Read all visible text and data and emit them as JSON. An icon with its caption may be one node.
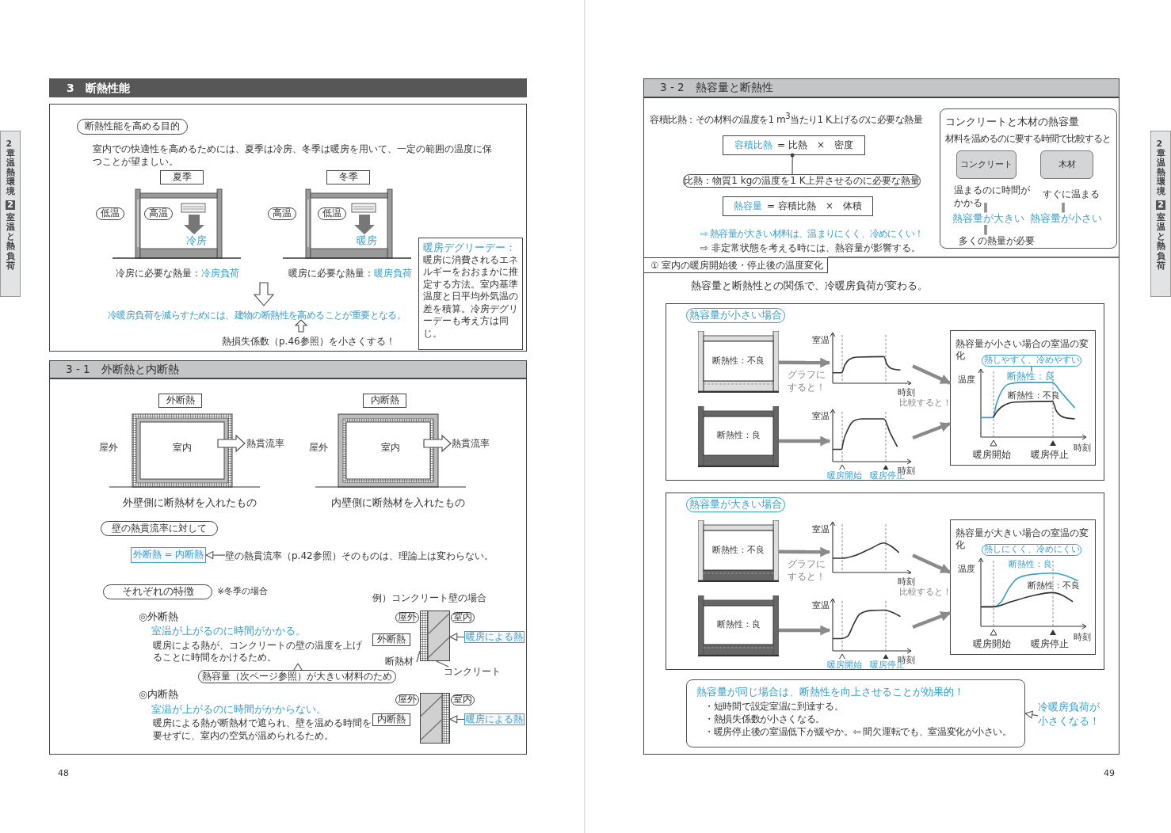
{
  "diagram": {
    "nodes": [
      {
        "text": [
          "3　断熱性能"
        ]
      },
      {
        "text": [],
        "shape": "box"
      },
      {
        "text": [
          "断熱性能を高める目的"
        ],
        "in": 1
      },
      {
        "text": [
          "夏季"
        ],
        "in": 1
      },
      {
        "text": [
          "冬季"
        ],
        "in": 1
      },
      {
        "text": [
          "低温"
        ],
        "in": 1
      },
      {
        "text": [
          "高温"
        ],
        "in": 1
      },
      {
        "text": [
          "高温"
        ],
        "in": 1
      },
      {
        "text": [
          "低温"
        ],
        "in": 1
      },
      {
        "text": [
          "暖房デグリーデー：",
          "暖房に消費されるエネルギーをおおまかに推定する方法。室内基準温度と日平均外気温の差を積算。冷房デグリーデーも考え方は同じ。"
        ],
        "in": 1
      },
      {
        "text": [
          "3 - 1　外断熱と内断熱"
        ]
      },
      {
        "text": [],
        "shape": "box"
      },
      {
        "text": [
          "外断熱"
        ],
        "in": 11
      },
      {
        "text": [
          "内断熱"
        ],
        "in": 11
      },
      {
        "text": [
          "壁の熱貫流率に対して"
        ],
        "in": 11
      },
      {
        "text": [
          "外断熱 = 内断熱"
        ],
        "in": 11
      },
      {
        "text": [
          "壁の熱貫流率（p.42参照）そのものは、理論上は変わらない。"
        ],
        "in": 11
      },
      {
        "text": [
          "それぞれの特徴"
        ],
        "beside": [
          "※冬季の場合"
        ],
        "in": 11
      },
      {
        "text": [
          "熱容量（次ページ参照）が大きい材料のため"
        ],
        "in": 11
      },
      {
        "text": [
          "屋外"
        ],
        "in": 11
      },
      {
        "text": [
          "室内"
        ],
        "in": 11
      },
      {
        "text": [
          "外断熱"
        ],
        "in": 11
      },
      {
        "text": [
          "暖房による熱"
        ],
        "in": 11
      },
      {
        "text": [
          "断熱材"
        ],
        "in": 11
      },
      {
        "text": [
          "コンクリート"
        ],
        "in": 11
      },
      {
        "text": [
          "屋外"
        ],
        "in": 11
      },
      {
        "text": [
          "室内"
        ],
        "in": 11
      },
      {
        "text": [
          "内断熱"
        ],
        "in": 11
      },
      {
        "text": [
          "暖房による熱"
        ],
        "in": 11
      },
      {
        "text": [
          "2章温熱環境",
          "2",
          "室温と熱負荷"
        ]
      },
      {
        "text": [
          "3 - 2　熱容量と断熱性"
        ]
      },
      {
        "text": [],
        "shape": "box"
      },
      {
        "text": [
          "容積比熱",
          "= 比熱　×　密度"
        ],
        "in": 31
      },
      {
        "text": [
          "比熱：物質1 kgの温度を1 K上昇させるのに必要な熱量"
        ],
        "in": 31
      },
      {
        "text": [
          "熱容量",
          "= 容積比熱　×　体積"
        ],
        "in": 31
      },
      {
        "text": [
          "コンクリートと木材の熱容量",
          "材料を温めるのに要する時間で比較すると"
        ],
        "in": 31
      },
      {
        "text": [
          "コンクリート"
        ],
        "in": 35
      },
      {
        "text": [
          "木材"
        ],
        "in": 35
      },
      {
        "text": [
          "① 室内の暖房開始後・停止後の温度変化"
        ],
        "in": 31
      },
      {
        "text": [],
        "shape": "box",
        "in": 31
      },
      {
        "text": [
          "熱容量が小さい場合"
        ],
        "in": 39
      },
      {
        "text": [
          "断熱性：不良"
        ],
        "in": 39
      },
      {
        "text": [],
        "shape": "graph",
        "in": 39
      },
      {
        "text": [
          "断熱性：良"
        ],
        "in": 39
      },
      {
        "text": [],
        "shape": "graph",
        "in": 39
      },
      {
        "text": [
          "熱容量が小さい場合の室温の変化"
        ],
        "in": 39
      },
      {
        "text": [
          "熱しやすく、冷めやすい"
        ],
        "in": 45
      },
      {
        "text": [
          "断熱性：良"
        ],
        "in": 45
      },
      {
        "text": [],
        "shape": "box",
        "in": 31
      },
      {
        "text": [
          "熱容量が大きい場合"
        ],
        "in": 48
      },
      {
        "text": [
          "断熱性：不良"
        ],
        "in": 48
      },
      {
        "text": [],
        "shape": "graph",
        "in": 48
      },
      {
        "text": [
          "断熱性：良"
        ],
        "in": 48
      },
      {
        "text": [],
        "shape": "graph",
        "in": 48
      },
      {
        "text": [
          "熱容量が大きい場合の室温の変化"
        ],
        "in": 48
      },
      {
        "text": [
          "熱しにくく、冷めにくい"
        ],
        "in": 54
      },
      {
        "text": [
          "熱容量が同じ場合は、断熱性を向上させることが効果的！",
          "・短時間で設定室温に到達する。",
          "・熱損失係数が小さくなる。",
          "・暖房停止後の室温低下が緩やか。⇦ 間欠運転でも、室温変化が小さい。"
        ],
        "in": 31
      },
      {
        "text": [
          "冷暖房負荷が小さくなる！"
        ],
        "in": 31
      },
      {
        "text": [
          "2章温熱環境",
          "2",
          "室温と熱負荷"
        ]
      },
      {
        "text": [
          "暖房による熱が、コンクリートの壁の温度を上げることに時間をかけるため。"
        ],
        "in": 11
      },
      {
        "text": [],
        "shape": "wall",
        "in": 11
      },
      {
        "text": [],
        "shape": "wall",
        "in": 11
      }
    ],
    "edges": [
      {
        "from": 16,
        "to": 15,
        "arrow": "to"
      },
      {
        "from": 18,
        "to": 59,
        "arrow": "none"
      },
      {
        "from": 23,
        "to": 60,
        "arrow": "none"
      },
      {
        "from": 24,
        "to": 60,
        "arrow": "none"
      },
      {
        "from": 33,
        "to": 32,
        "arrow": "other"
      },
      {
        "from": 41,
        "to": 42,
        "arrow": "to",
        "style": "thick"
      },
      {
        "from": 43,
        "to": 44,
        "arrow": "to",
        "style": "thick"
      },
      {
        "from": 42,
        "to": 45,
        "arrow": "to",
        "style": "thick"
      },
      {
        "from": 44,
        "to": 45,
        "arrow": "to",
        "style": "thick"
      },
      {
        "from": 46,
        "to": 47,
        "arrow": "none"
      },
      {
        "from": 50,
        "to": 51,
        "arrow": "to",
        "style": "thick"
      },
      {
        "from": 52,
        "to": 53,
        "arrow": "to",
        "style": "thick"
      },
      {
        "from": 51,
        "to": 54,
        "arrow": "to",
        "style": "thick"
      },
      {
        "from": 53,
        "to": 54,
        "arrow": "to",
        "style": "thick"
      },
      {
        "from": 57,
        "to": 56,
        "arrow": "to"
      },
      {
        "from": 22,
        "to": 60,
        "arrow": "to"
      },
      {
        "from": 28,
        "to": 61,
        "arrow": "to"
      }
    ],
    "labels": [
      "室内での快適性を高めるためには、夏季は冷房、冬季は暖房を用いて、一定の範囲の温度に保つことが望ましい。",
      "冷房",
      "暖房",
      "冷房に必要な熱量：",
      "冷房負荷",
      "暖房に必要な熱量：",
      "暖房負荷",
      "冷暖房負荷を減らすためには、建物の断熱性を高めることが重要となる。",
      "熱損失係数（p.46参照）を小さくする！",
      "屋外",
      "室内",
      "熱貫流率",
      "屋外",
      "室内",
      "熱貫流率",
      "外壁側に断熱材を入れたもの",
      "内壁側に断熱材を入れたもの",
      "例）コンクリート壁の場合",
      "◎外断熱",
      "室温が上がるのに時間がかかる。",
      "◎内断熱",
      "室温が上がるのに時間がかからない。",
      "暖房による熱が断熱材で遮られ、壁を温める時間を要せずに、室内の空気が温められるため。",
      "48",
      "容積比熱：その材料の温度を1 m$^{3}$当たり1 K上げるのに必要な熱量",
      "⇨ 熱容量が大きい材料は、温まりにくく、冷めにくい！",
      "⇨ 非定常状態を考える時には、熱容量が影響する。",
      "温まるのに時間がかかる",
      "すぐに温まる",
      "‖",
      "‖",
      "熱容量が大きい",
      "熱容量が小さい",
      "‖",
      "多くの熱量が必要",
      "熱容量と断熱性との関係で、冷暖房負荷が変わる。",
      "室温",
      "グラフにすると！",
      "時刻",
      "比較すると！",
      "温度",
      "断熱性：不良",
      "室温",
      "時刻",
      "暖房開始",
      "暖房停止",
      "暖房開始",
      "暖房停止",
      "時刻",
      "室温",
      "グラフにすると！",
      "時刻",
      "断熱性：良",
      "比較すると！",
      "温度",
      "断熱性：不良",
      "室温",
      "時刻",
      "暖房開始",
      "暖房停止",
      "暖房開始",
      "暖房停止",
      "時刻",
      "49"
    ]
  }
}
